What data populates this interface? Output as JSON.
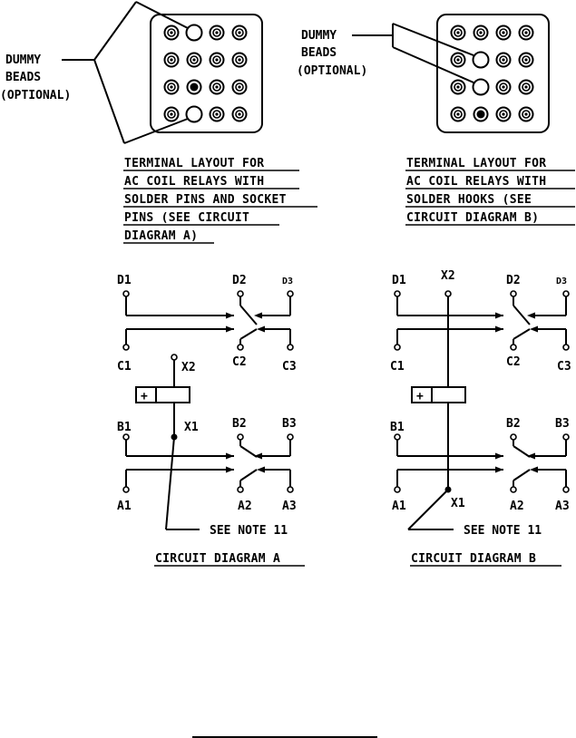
{
  "left_callout": {
    "line1": "DUMMY",
    "line2": "BEADS",
    "line3": "(OPTIONAL)"
  },
  "right_callout": {
    "line1": "DUMMY",
    "line2": "BEADS",
    "line3": "(OPTIONAL)"
  },
  "caption_a": [
    "TERMINAL LAYOUT FOR",
    "AC COIL RELAYS WITH",
    "SOLDER PINS AND SOCKET",
    "PINS (SEE CIRCUIT",
    "DIAGRAM A)"
  ],
  "caption_b": [
    "TERMINAL LAYOUT FOR",
    "AC COIL RELAYS WITH",
    "SOLDER HOOKS (SEE",
    "CIRCUIT DIAGRAM B)"
  ],
  "diagram_a": {
    "title": "CIRCUIT DIAGRAM A",
    "note": "SEE NOTE 11",
    "terminals": {
      "D1": "D1",
      "D2": "D2",
      "D3": "D3",
      "C1": "C1",
      "C2": "C2",
      "C3": "C3",
      "X2": "X2",
      "X1": "X1",
      "B1": "B1",
      "B2": "B2",
      "B3": "B3",
      "A1": "A1",
      "A2": "A2",
      "A3": "A3"
    },
    "coil_symbol": "+"
  },
  "diagram_b": {
    "title": "CIRCUIT DIAGRAM B",
    "note": "SEE NOTE 11",
    "terminals": {
      "D1": "D1",
      "D2": "D2",
      "D3": "D3",
      "C1": "C1",
      "C2": "C2",
      "C3": "C3",
      "X2": "X2",
      "X1": "X1",
      "B1": "B1",
      "B2": "B2",
      "B3": "B3",
      "A1": "A1",
      "A2": "A2",
      "A3": "A3"
    },
    "coil_symbol": "+"
  }
}
